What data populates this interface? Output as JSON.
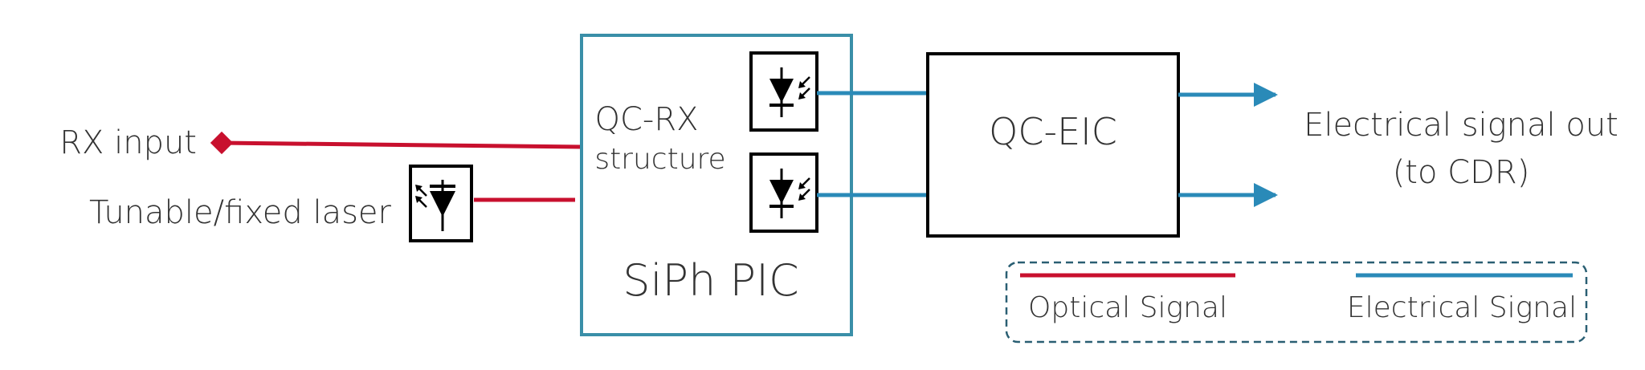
{
  "labels": {
    "rx_input": "RX input",
    "laser": "Tunable/fixed laser",
    "qc_rx_line1": "QC-RX",
    "qc_rx_line2": "structure",
    "siph_pic": "SiPh PIC",
    "qc_eic": "QC-EIC",
    "out_line1": "Electrical signal out",
    "out_line2": "(to CDR)"
  },
  "legend": {
    "optical": "Optical Signal",
    "electrical": "Electrical Signal"
  },
  "colors": {
    "optical": "#c8102e",
    "electrical": "#2a8ab8",
    "pic_border": "#3a8fa8",
    "ink": "#000000"
  },
  "icons": {
    "laser": "laser-diode-icon",
    "photodiode": "photodiode-icon"
  }
}
